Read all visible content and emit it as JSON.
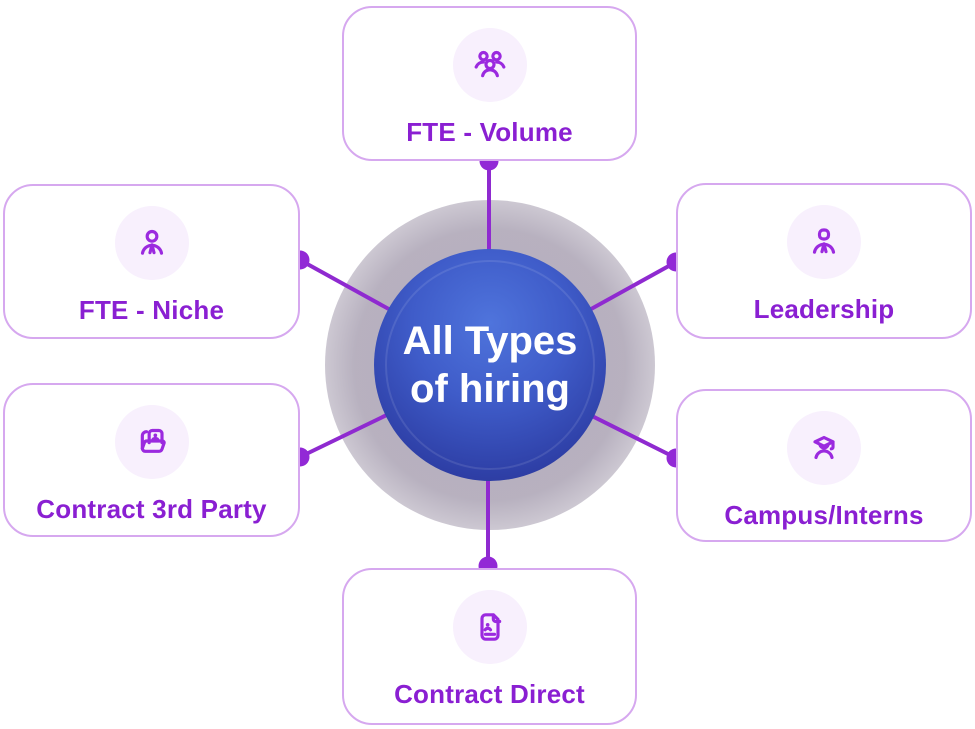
{
  "diagram_title": "All Types of hiring",
  "center": {
    "line1": "All Types",
    "line2": "of hiring"
  },
  "nodes": [
    {
      "label": "FTE - Volume",
      "icon": "team-icon",
      "position": "top"
    },
    {
      "label": "Leadership",
      "icon": "leader-person-icon",
      "position": "top-right"
    },
    {
      "label": "Campus/Interns",
      "icon": "graduate-icon",
      "position": "bottom-right"
    },
    {
      "label": "Contract Direct",
      "icon": "resume-document-icon",
      "position": "bottom"
    },
    {
      "label": "Contract 3rd Party",
      "icon": "folder-person-icon",
      "position": "bottom-left"
    },
    {
      "label": "FTE - Niche",
      "icon": "person-icon",
      "position": "top-left"
    }
  ],
  "colors": {
    "box_border": "#d6a8ef",
    "label_text": "#8a1fd2",
    "icon_stroke": "#9b2adf",
    "icon_background": "#f8f0fd",
    "connector_line": "#8f2ad0",
    "connector_dot": "#9229d6",
    "hub_gradient_light": "#4f74dc",
    "hub_gradient_dark": "#272f8e",
    "hub_glow": "#aba3b4",
    "hub_text": "#ffffff",
    "page_background": "#ffffff"
  }
}
